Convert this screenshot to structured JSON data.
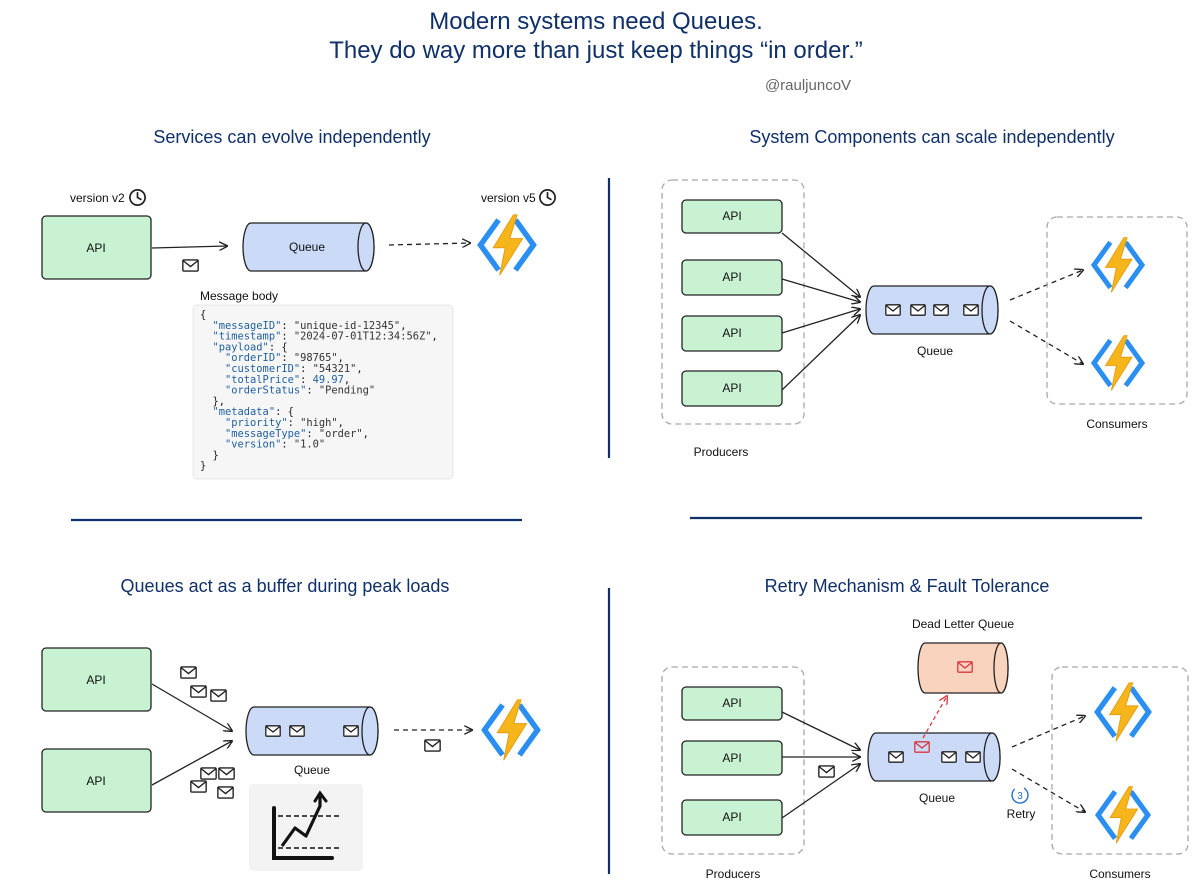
{
  "header": {
    "title_line1": "Modern systems need Queues.",
    "title_line2": "They do way more than just keep things “in order.”",
    "handle": "@rauljuncoV"
  },
  "colors": {
    "title": "#10306a",
    "api_fill": "#c9f2d3",
    "queue_fill": "#cadaf7",
    "dlq_fill": "#f9d3bd",
    "lambda_yellow": "#f7b51c",
    "lambda_blue": "#2a8ff0",
    "envelope_red": "#d9383f"
  },
  "panel1": {
    "heading": "Services can evolve independently",
    "producer_version": "version v2",
    "consumer_version": "version v5",
    "api_label": "API",
    "queue_label": "Queue",
    "message_body_label": "Message body",
    "code_lines": [
      [
        {
          "t": "{",
          "c": "punc"
        }
      ],
      [
        {
          "t": "  \"messageID\"",
          "c": "key"
        },
        {
          "t": ": ",
          "c": "punc"
        },
        {
          "t": "\"unique-id-12345\"",
          "c": "str"
        },
        {
          "t": ",",
          "c": "punc"
        }
      ],
      [
        {
          "t": "  \"timestamp\"",
          "c": "key"
        },
        {
          "t": ": ",
          "c": "punc"
        },
        {
          "t": "\"2024-07-01T12:34:56Z\"",
          "c": "str"
        },
        {
          "t": ",",
          "c": "punc"
        }
      ],
      [
        {
          "t": "  \"payload\"",
          "c": "key"
        },
        {
          "t": ": {",
          "c": "punc"
        }
      ],
      [
        {
          "t": "    \"orderID\"",
          "c": "key"
        },
        {
          "t": ": ",
          "c": "punc"
        },
        {
          "t": "\"98765\"",
          "c": "str"
        },
        {
          "t": ",",
          "c": "punc"
        }
      ],
      [
        {
          "t": "    \"customerID\"",
          "c": "key"
        },
        {
          "t": ": ",
          "c": "punc"
        },
        {
          "t": "\"54321\"",
          "c": "str"
        },
        {
          "t": ",",
          "c": "punc"
        }
      ],
      [
        {
          "t": "    \"totalPrice\"",
          "c": "key"
        },
        {
          "t": ": ",
          "c": "punc"
        },
        {
          "t": "49.97",
          "c": "num"
        },
        {
          "t": ",",
          "c": "punc"
        }
      ],
      [
        {
          "t": "    \"orderStatus\"",
          "c": "key"
        },
        {
          "t": ": ",
          "c": "punc"
        },
        {
          "t": "\"Pending\"",
          "c": "str"
        }
      ],
      [
        {
          "t": "  },",
          "c": "punc"
        }
      ],
      [
        {
          "t": "  \"metadata\"",
          "c": "key"
        },
        {
          "t": ": {",
          "c": "punc"
        }
      ],
      [
        {
          "t": "    \"priority\"",
          "c": "key"
        },
        {
          "t": ": ",
          "c": "punc"
        },
        {
          "t": "\"high\"",
          "c": "str"
        },
        {
          "t": ",",
          "c": "punc"
        }
      ],
      [
        {
          "t": "    \"messageType\"",
          "c": "key"
        },
        {
          "t": ": ",
          "c": "punc"
        },
        {
          "t": "\"order\"",
          "c": "str"
        },
        {
          "t": ",",
          "c": "punc"
        }
      ],
      [
        {
          "t": "    \"version\"",
          "c": "key"
        },
        {
          "t": ": ",
          "c": "punc"
        },
        {
          "t": "\"1.0\"",
          "c": "str"
        }
      ],
      [
        {
          "t": "  }",
          "c": "punc"
        }
      ],
      [
        {
          "t": "}",
          "c": "punc"
        }
      ]
    ]
  },
  "panel2": {
    "heading": "System Components can scale independently",
    "api_labels": [
      "API",
      "API",
      "API",
      "API"
    ],
    "queue_label": "Queue",
    "producers_label": "Producers",
    "consumers_label": "Consumers"
  },
  "panel3": {
    "heading": "Queues act as a buffer during peak loads",
    "api_labels": [
      "API",
      "API"
    ],
    "queue_label": "Queue"
  },
  "panel4": {
    "heading": "Retry Mechanism & Fault Tolerance",
    "dlq_label": "Dead Letter Queue",
    "api_labels": [
      "API",
      "API",
      "API"
    ],
    "queue_label": "Queue",
    "retry_count": "3",
    "retry_label": "Retry",
    "producers_label": "Producers",
    "consumers_label": "Consumers"
  }
}
